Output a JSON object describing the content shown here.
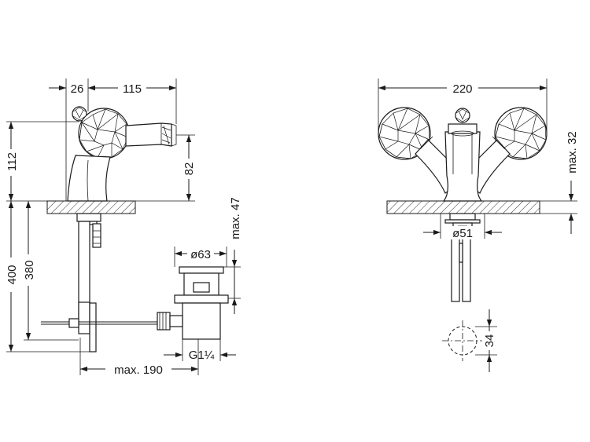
{
  "labels": {
    "side_width_26": "26",
    "side_width_115": "115",
    "side_height_112": "112",
    "side_height_82": "82",
    "side_depth_400": "400",
    "side_depth_380": "380",
    "side_max_47": "max. 47",
    "side_dia_63": "ø63",
    "side_thread": "G1¼",
    "side_max_190": "max. 190",
    "front_width_220": "220",
    "front_max_32": "max. 32",
    "front_dia_51": "ø51",
    "front_hole_34": "34"
  }
}
